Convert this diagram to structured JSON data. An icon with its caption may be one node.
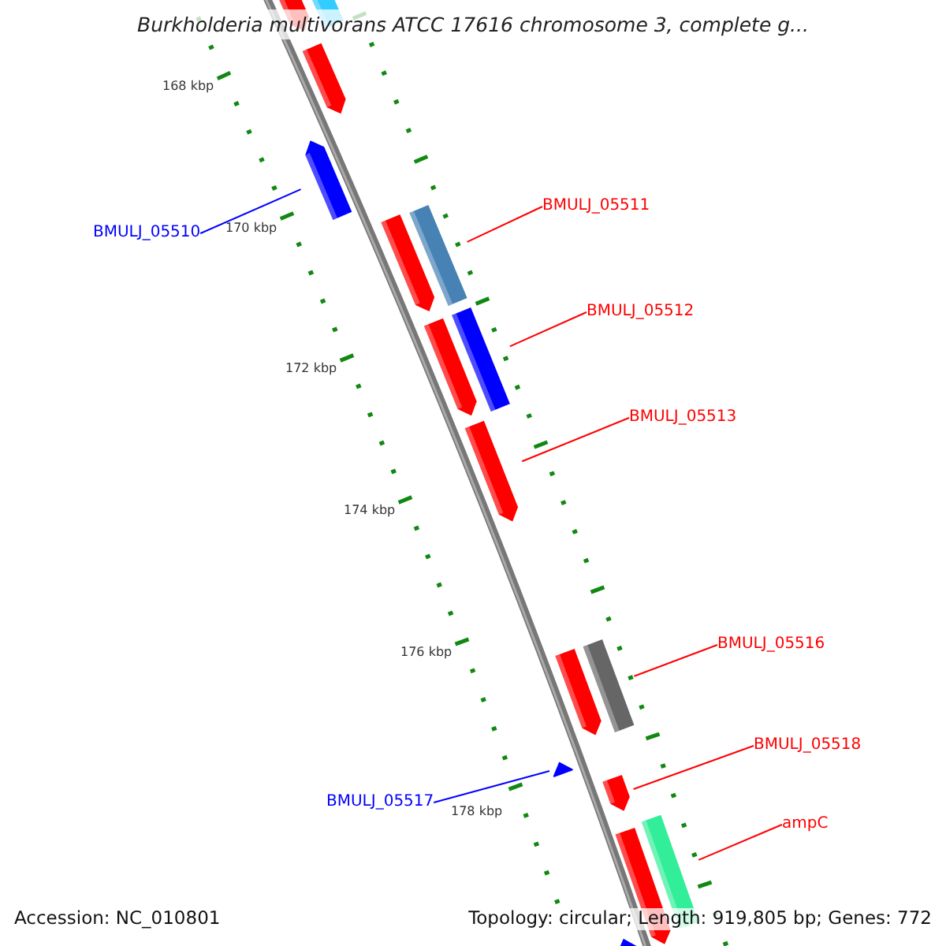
{
  "diagram": {
    "title": "Burkholderia multivorans ATCC 17616 chromosome 3, complete g...",
    "nodes": [
      {
        "text": [
          "BMULJ_05511"
        ]
      },
      {
        "text": [
          "BMULJ_05510"
        ]
      },
      {
        "text": [
          "BMULJ_05512"
        ]
      },
      {
        "text": [
          "BMULJ_05513"
        ]
      },
      {
        "text": [
          "BMULJ_05516"
        ]
      },
      {
        "text": [
          "BMULJ_05518"
        ]
      },
      {
        "text": [
          "BMULJ_05517"
        ]
      },
      {
        "text": [
          "ampC"
        ]
      },
      {
        "text": [],
        "shape": "arrow"
      },
      {
        "text": [],
        "shape": "bar"
      },
      {
        "text": [],
        "shape": "bar"
      },
      {
        "text": [],
        "shape": "arrow"
      },
      {
        "text": [],
        "shape": "bar"
      },
      {
        "text": [],
        "shape": "arrow"
      },
      {
        "text": [],
        "shape": "arrow"
      },
      {
        "text": [],
        "shape": "bar"
      }
    ],
    "edges": [
      {
        "from": 0,
        "to": 9,
        "arrow": "none"
      },
      {
        "from": 1,
        "to": 8,
        "arrow": "none",
        "color": "#0000ff"
      },
      {
        "from": 2,
        "to": 10,
        "arrow": "none"
      },
      {
        "from": 3,
        "to": 11,
        "arrow": "none"
      },
      {
        "from": 4,
        "to": 12,
        "arrow": "none"
      },
      {
        "from": 5,
        "to": 14,
        "arrow": "none"
      },
      {
        "from": 6,
        "to": 13,
        "arrow": "none",
        "color": "#0000ff"
      },
      {
        "from": 7,
        "to": 15,
        "arrow": "none"
      }
    ],
    "labels": [
      "168 kbp",
      "170 kbp",
      "172 kbp",
      "174 kbp",
      "176 kbp",
      "178 kbp",
      "Accession: NC_010801",
      "Topology: circular; Length: 919,805 bp; Genes: 772"
    ]
  }
}
